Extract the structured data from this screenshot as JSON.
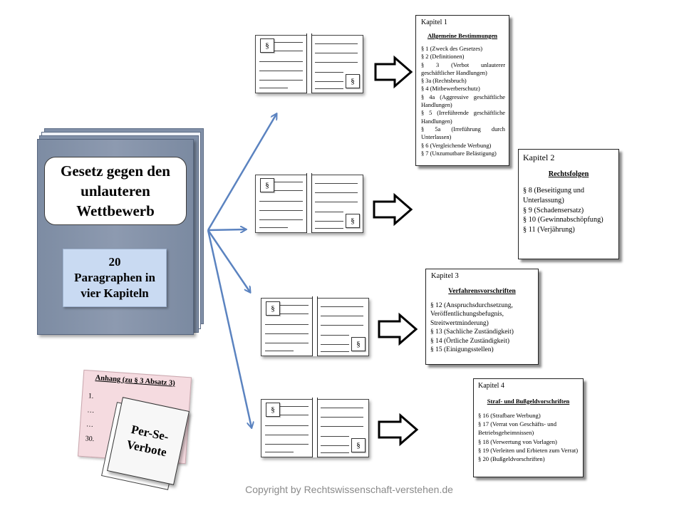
{
  "book": {
    "title_lines": [
      "Gesetz gegen den",
      "unlauteren",
      "Wettbewerb"
    ],
    "subtitle_lines": [
      "20",
      "Paragraphen in",
      "vier Kapiteln"
    ]
  },
  "section_symbol": "§",
  "chapters": [
    {
      "label": "Kapitel 1",
      "heading": "Allgemeine Bestimmungen",
      "items": [
        "§ 1 (Zweck des Gesetzes)",
        "§ 2 (Definitionen)",
        "§ 3 (Verbot unlauterer geschäftlicher Handlungen)",
        "§ 3a (Rechtsbruch)",
        "§ 4 (Mitbewerberschutz)",
        "§ 4a (Aggressive geschäftliche Handlungen)",
        "§ 5 (Irreführende geschäftliche Handlungen)",
        "§ 5a (Irreführung durch Unterlassen)",
        "§ 6 (Vergleichende Werbung)",
        "§ 7 (Unzumutbare Belästigung)"
      ]
    },
    {
      "label": "Kapitel 2",
      "heading": "Rechtsfolgen",
      "items": [
        "§ 8 (Beseitigung und Unterlassung)",
        "§ 9 (Schadensersatz)",
        "§ 10 (Gewinnabschöpfung)",
        "§ 11 (Verjährung)"
      ]
    },
    {
      "label": "Kapitel 3",
      "heading": "Verfahrensvorschriften",
      "items": [
        "§ 12 (Anspruchsdurchsetzung, Veröffentlichungsbefugnis, Streitwertminderung)",
        "§ 13 (Sachliche Zuständigkeit)",
        "§ 14 (Örtliche Zuständigkeit)",
        "§ 15 (Einigungsstellen)"
      ]
    },
    {
      "label": "Kapitel 4",
      "heading": "Straf- und Bußgeldvorschriften",
      "items": [
        "§ 16 (Strafbare Werbung)",
        "§ 17 (Verrat von Geschäfts- und Betriebsgeheimnissen)",
        "§ 18 (Verwertung von Vorlagen)",
        "§ 19 (Verleiten und Erbieten zum Verrat)",
        "§ 20 (Bußgeldvorschriften)"
      ]
    }
  ],
  "annex": {
    "title": "Anhang (zu § 3 Absatz 3)",
    "items": [
      "1.",
      "…",
      "…",
      "30."
    ],
    "note_lines": [
      "Per-Se-",
      "Verbote"
    ]
  },
  "copyright": "Copyright by Rechtswissenschaft-verstehen.de",
  "colors": {
    "book_cover": "#8190a8",
    "subtitle_box": "#c9daf2",
    "arrow_blue": "#5b83c0",
    "annex_pink": "#f5dbe0"
  }
}
